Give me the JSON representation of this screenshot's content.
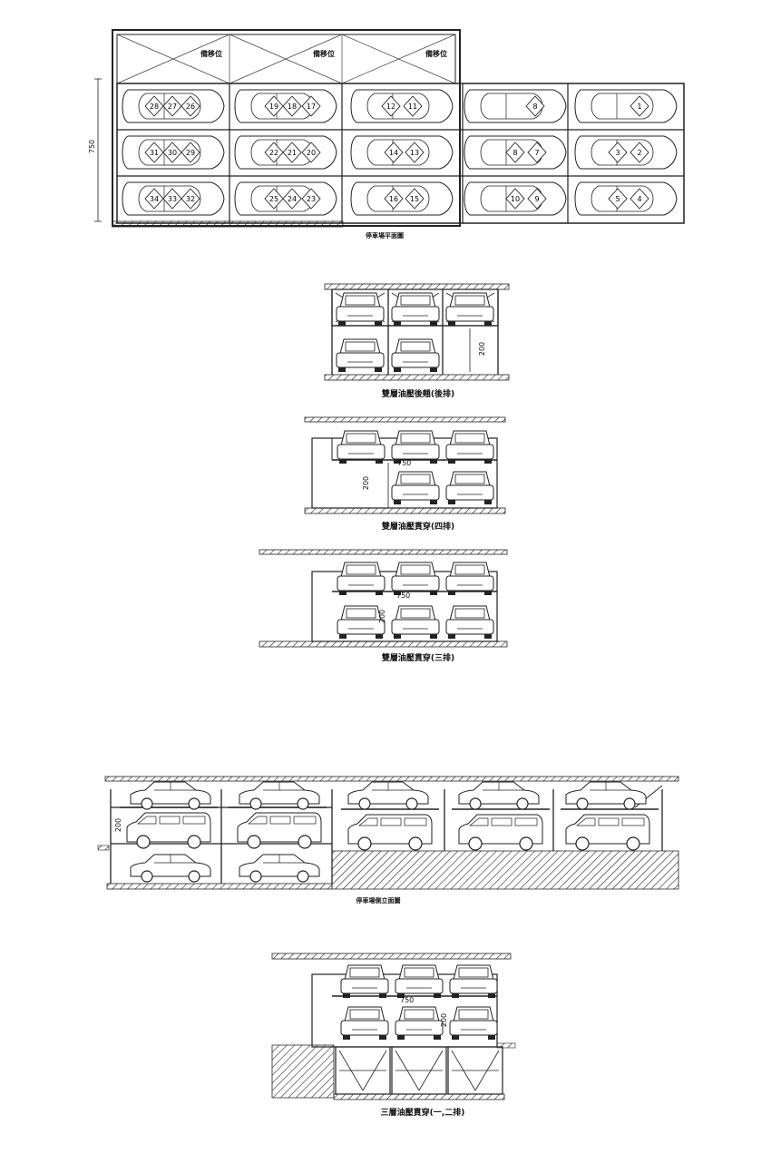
{
  "plan": {
    "title": "停車場平面圖",
    "reserve_label": "備移位",
    "dimension": "750",
    "rows": [
      [
        "28",
        "27",
        "26",
        "19",
        "18",
        "17",
        "12",
        "11",
        "8",
        "1"
      ],
      [
        "31",
        "30",
        "29",
        "22",
        "21",
        "20",
        "14",
        "13",
        "8",
        "7",
        "3",
        "2"
      ],
      [
        "34",
        "33",
        "32",
        "25",
        "24",
        "23",
        "16",
        "15",
        "10",
        "9",
        "5",
        "4"
      ]
    ]
  },
  "sections": [
    {
      "id": "rear",
      "title": "雙層油壓後翹(後排)",
      "dims": [
        "200"
      ]
    },
    {
      "id": "four",
      "title": "雙層油壓貫穿(四排)",
      "dims": [
        "750",
        "200"
      ]
    },
    {
      "id": "three",
      "title": "雙層油壓貫穿(三排)",
      "dims": [
        "750",
        "200"
      ]
    }
  ],
  "elevation": {
    "title": "停車場側立面圖",
    "dimension": "200"
  },
  "triple": {
    "title": "三層油壓貫穿(一,二排)",
    "dims": [
      "750",
      "200"
    ]
  }
}
